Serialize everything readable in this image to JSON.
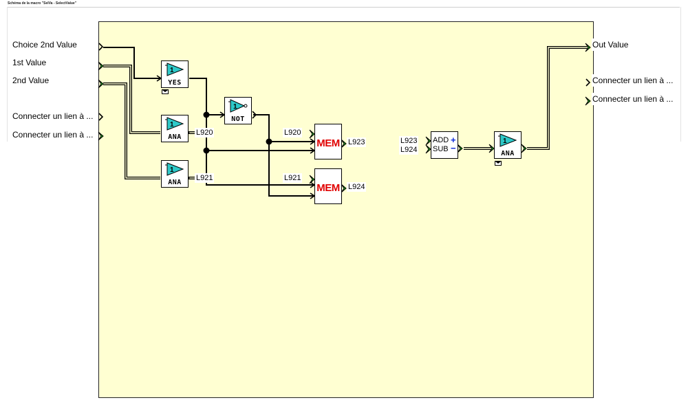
{
  "title": "Schéma de la macro \"SelVa - SelectValue\"",
  "left_ports": [
    {
      "label": "Choice 2nd Value",
      "type": "binary"
    },
    {
      "label": "1st Value",
      "type": "analog"
    },
    {
      "label": "2nd Value",
      "type": "analog"
    },
    {
      "label": "Connecter un lien à ...",
      "type": "binary"
    },
    {
      "label": "Connecter un lien à ...",
      "type": "analog"
    }
  ],
  "right_ports": [
    {
      "label": "Out Value",
      "type": "analog"
    },
    {
      "label": "Connecter un lien à ...",
      "type": "binary"
    },
    {
      "label": "Connecter un lien à ...",
      "type": "analog"
    }
  ],
  "blocks": {
    "yes": {
      "name": "YES",
      "gain": "1"
    },
    "ana1": {
      "name": "ANA",
      "gain": "1"
    },
    "ana2": {
      "name": "ANA",
      "gain": "1"
    },
    "not": {
      "name": "NOT",
      "gain": "1"
    },
    "mem1": {
      "name": "MEM"
    },
    "mem2": {
      "name": "MEM"
    },
    "addsub": {
      "add": "ADD",
      "sub": "SUB",
      "plus": "+",
      "minus": "−"
    },
    "ana_out": {
      "name": "ANA",
      "gain": "1"
    }
  },
  "signals": {
    "ana1_out": "L920",
    "ana2_out": "L921",
    "mem1_in": "L920",
    "mem1_out": "L923",
    "mem2_in": "L921",
    "mem2_out": "L924",
    "add_in": "L923",
    "sub_in": "L924"
  },
  "colors": {
    "panel": "#ffffd2",
    "wire": "#000000",
    "analog_port": "#1fa31f",
    "amp_fill": "#2ec9c9",
    "mem_text": "#e00000",
    "addsub_sign": "#0a28d8"
  }
}
